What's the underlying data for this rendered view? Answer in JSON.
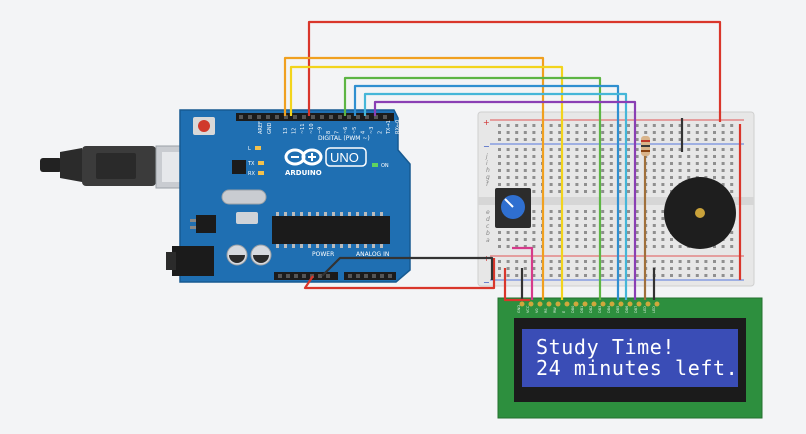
{
  "canvas": {
    "background": "#f3f4f6"
  },
  "colors": {
    "wire_red": "#d9362b",
    "wire_orange": "#f0a020",
    "wire_yellow": "#f2d41c",
    "wire_green": "#5db544",
    "wire_blue": "#2f8fd0",
    "wire_cyan": "#45b6d8",
    "wire_purple": "#8a3fb4",
    "wire_black": "#333333",
    "wire_pink": "#d63a8a",
    "wire_brown": "#a0703a",
    "arduino_board": "#1f6fb2",
    "lcd_pcb": "#2d8f3e",
    "lcd_screen": "#3a4db6",
    "breadboard": "#e7e7e7"
  },
  "arduino": {
    "brand": "ARDUINO",
    "model": "UNO",
    "digital_label": "DIGITAL (PWM ~)",
    "power_label": "POWER",
    "analog_label": "ANALOG IN",
    "on_label": "ON",
    "tx_label": "TX",
    "rx_label": "RX",
    "l_label": "L",
    "aref_label": "AREF",
    "gnd_label": "GND",
    "pin_labels": [
      "13",
      "12",
      "~11",
      "~10",
      "~9",
      "8",
      "7",
      "~6",
      "~5",
      "4",
      "~3",
      "2",
      "TX→1",
      "RX←0"
    ]
  },
  "lcd": {
    "line1": "Study Time!",
    "line2": "24 minutes left.",
    "pin_labels": [
      "GND",
      "VCC",
      "V0",
      "RS",
      "RW",
      "E",
      "DB0",
      "DB1",
      "DB2",
      "DB3",
      "DB4",
      "DB5",
      "DB6",
      "DB7",
      "LED",
      "LED"
    ]
  },
  "breadboard": {
    "row_letters_top": [
      "j",
      "i",
      "h",
      "g",
      "f"
    ],
    "row_letters_bottom": [
      "e",
      "d",
      "c",
      "b",
      "a"
    ]
  },
  "components": {
    "potentiometer": "potentiometer",
    "buzzer": "piezo-buzzer",
    "resistor": "resistor",
    "usb": "usb-cable"
  }
}
